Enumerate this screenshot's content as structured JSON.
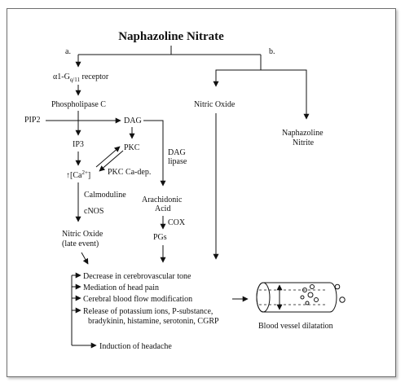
{
  "title": "Naphazoline Nitrate",
  "branch_a_label": "a.",
  "branch_b_label": "b.",
  "receptor": "α1-G",
  "receptor_sub": "q/11",
  "receptor_suffix": " receptor",
  "phospholipase": "Phospholipase C",
  "pip2": "PIP2",
  "dag": "DAG",
  "ip3": "IP3",
  "pkc": "PKC",
  "calcium_prefix": "↑[Ca",
  "calcium_sup": "2+",
  "calcium_suffix": "]",
  "pkc_ca_dep": "PKC Ca-dep.",
  "calmoduline": "Calmoduline",
  "cnos": "cNOS",
  "nitric_oxide_late_1": "Nitric Oxide",
  "nitric_oxide_late_2": "(late event)",
  "dag_lipase_1": "DAG",
  "dag_lipase_2": "lipase",
  "arachidonic_1": "Arachidonic",
  "arachidonic_2": "Acid",
  "cox": "COX",
  "pgs": "PGs",
  "nitric_oxide": "Nitric Oxide",
  "nitrite_1": "Naphazoline",
  "nitrite_2": "Nitrite",
  "effects": [
    "Decrease in cerebrovascular tone",
    "Mediation of head pain",
    "Cerebral blood flow modification",
    "Release of potassium ions, P-substance,",
    "bradykinin, histamine, serotonin, CGRP"
  ],
  "headache": "Induction of headache",
  "vessel_caption": "Blood vessel  dilatation"
}
